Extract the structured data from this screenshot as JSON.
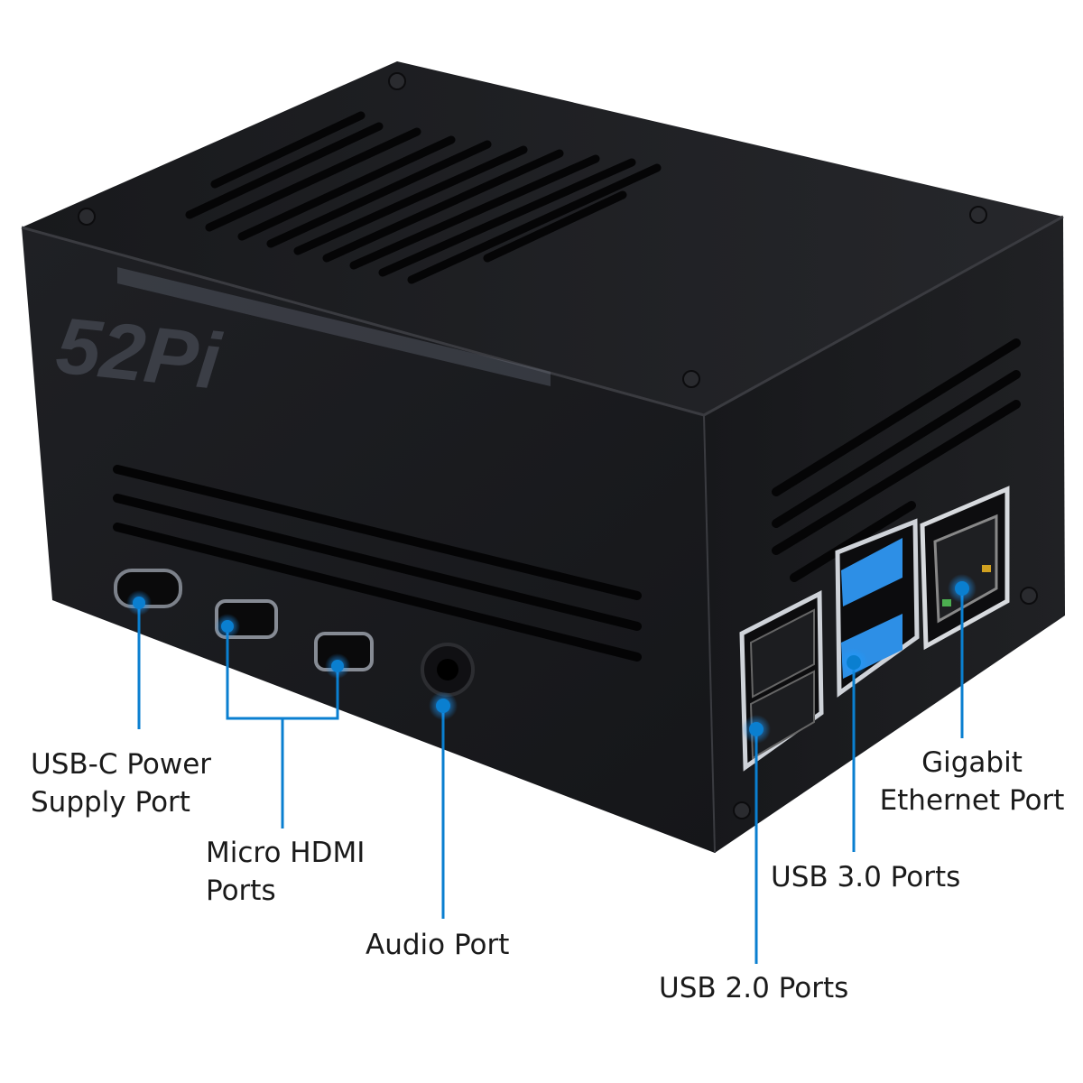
{
  "brand": {
    "logo_text": "52Pi"
  },
  "colors": {
    "case": "#1b1c1f",
    "case_side": "#141518",
    "case_top": "#202125",
    "callout": "#0a7fd0",
    "usb3_blue": "#2d8fe6",
    "text": "#1a1a1a"
  },
  "callouts": {
    "usbc": {
      "line1": "USB-C Power",
      "line2": "Supply Port"
    },
    "hdmi": {
      "line1": "Micro HDMI",
      "line2": "Ports"
    },
    "audio": {
      "line1": "Audio Port"
    },
    "usb2": {
      "line1": "USB 2.0 Ports"
    },
    "usb3": {
      "line1": "USB 3.0 Ports"
    },
    "ethernet": {
      "line1": "Gigabit",
      "line2": "Ethernet Port"
    }
  }
}
